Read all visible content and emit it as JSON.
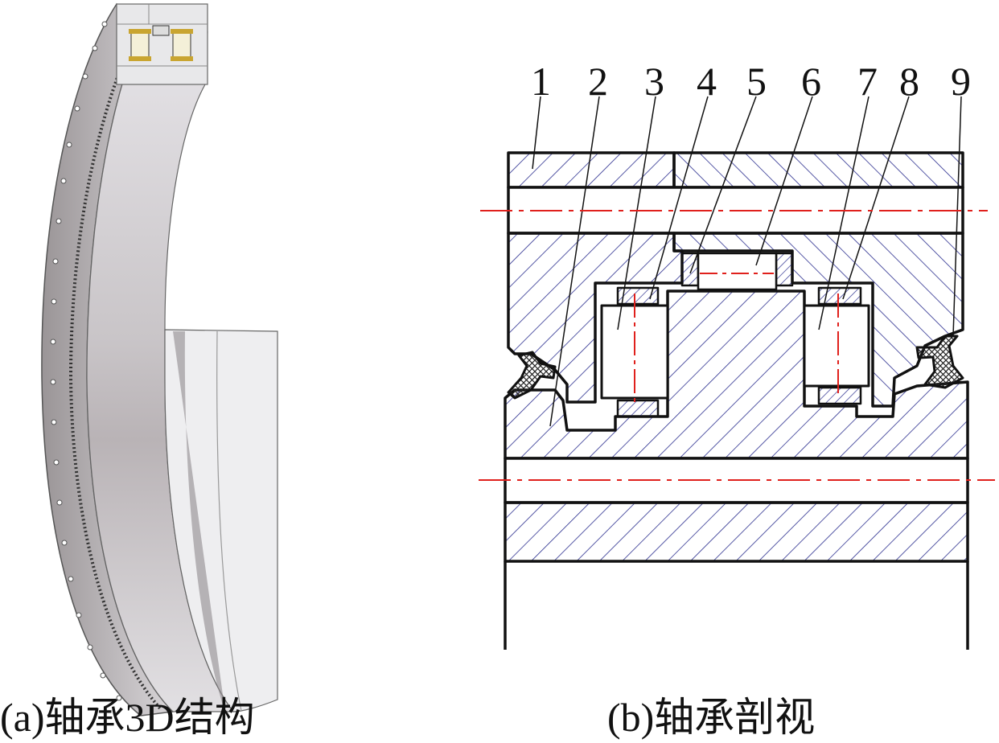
{
  "figure": {
    "caption_a": "(a)轴承3D结构",
    "caption_b": "(b)轴承剖视",
    "part_labels": [
      "1",
      "2",
      "3",
      "4",
      "5",
      "6",
      "7",
      "8",
      "9"
    ],
    "colors": {
      "hatch": "#2b2f8f",
      "centerline": "#e0201c",
      "outline": "#111111"
    }
  }
}
